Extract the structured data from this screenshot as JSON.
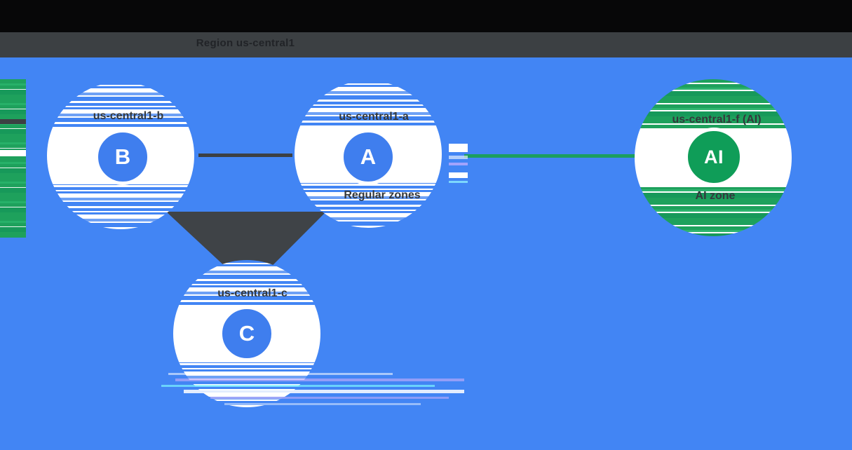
{
  "header": {
    "title": "Region us-central1"
  },
  "diagram": {
    "zones": [
      {
        "letter": "B",
        "label": "us-central1-b"
      },
      {
        "letter": "A",
        "label": "us-central1-a",
        "sublabel": "Regular zones"
      },
      {
        "letter": "C",
        "label": "us-central1-c"
      },
      {
        "letter": "AI",
        "label": "us-central1-f (AI)",
        "sublabel": "AI zone"
      }
    ],
    "connections": [
      {
        "from": "B",
        "to": "A",
        "color": "#3C4043"
      },
      {
        "from": "B",
        "to": "C",
        "color": "#3F4347"
      },
      {
        "from": "A",
        "to": "C",
        "color": "#3F4347"
      },
      {
        "from": "A",
        "to": "AI",
        "color": "#1B9E5F"
      }
    ],
    "colors": {
      "background": "#4285F4",
      "top_bar": "#070708",
      "title_band": "#3C4043",
      "zone_circle": "#3F7EEE",
      "ai_circle": "#0F9D58",
      "ai_halo": "#1EA15C",
      "label_text": "#34383C",
      "letter_text": "#FFFFFF"
    }
  }
}
